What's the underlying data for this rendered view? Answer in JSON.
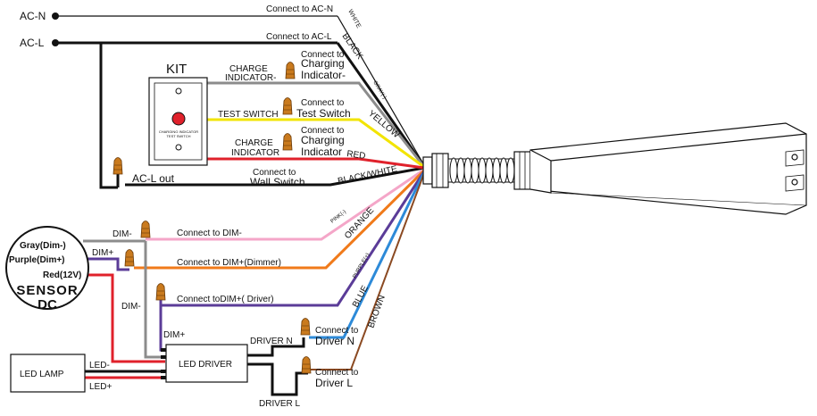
{
  "terminals": {
    "ac_n": "AC-N",
    "ac_l": "AC-L",
    "ac_l_out": "AC-L out"
  },
  "kit": {
    "title": "KIT",
    "panel_label_1": "CHARGING INDICATOR",
    "panel_label_2": "TEST SWITCH"
  },
  "wires": {
    "white": "WHITE",
    "black": "BLACK",
    "gray": "GRAY(-)",
    "yellow": "YELLOW",
    "red": "RED",
    "black_white": "BLACK/WHITE",
    "pink": "PINK(-)",
    "orange": "ORANGE",
    "purple": "PURPLE(+)",
    "blue": "BLUE",
    "brown": "BROWN"
  },
  "connect_labels": {
    "ac_n": "Connect to AC-N",
    "ac_l": "Connect to  AC-L",
    "charging_minus_1": "Connect to",
    "charging_minus_2": "Charging",
    "charging_minus_3": "Indicator-",
    "test_switch_1": "Connect to",
    "test_switch_2": "Test Switch",
    "charging_1": "Connect to",
    "charging_2": "Charging",
    "charging_3": "Indicator",
    "wall_switch_1": "Connect to",
    "wall_switch_2": "Wall Switch",
    "dim_minus": "Connect to DIM-",
    "dim_plus_dimmer": "Connect to DIM+(Dimmer)",
    "dim_plus_driver": "Connect toDIM+( Driver)",
    "driver_n_1": "Connect to",
    "driver_n_2": "Driver N",
    "driver_l_1": "Connect to",
    "driver_l_2": "Driver L"
  },
  "kit_wire_labels": {
    "charge_minus_1": "CHARGE",
    "charge_minus_2": "INDICATOR-",
    "test_switch": "TEST SWITCH",
    "charge_1": "CHARGE",
    "charge_2": "INDICATOR"
  },
  "sensor": {
    "gray": "Gray(Dim-)",
    "purple": "Purple(Dim+)",
    "red": "Red(12V)",
    "title": "SENSOR",
    "sub": "DC"
  },
  "driver_section": {
    "dim_minus_top": "DIM-",
    "dim_plus_top": "DIM+",
    "dim_minus_side": "DIM-",
    "dim_plus_bottom": "DIM+",
    "led_driver": "LED  DRIVER",
    "driver_n": "DRIVER N",
    "driver_l": "DRIVER L",
    "led_lamp": "LED  LAMP",
    "led_minus": "LED-",
    "led_plus": "LED+"
  },
  "colors": {
    "black": "#111111",
    "gray": "#8c8c8c",
    "yellow": "#f2e400",
    "red": "#e0212b",
    "pink": "#f4a6c8",
    "orange": "#f07a1a",
    "purple": "#5b3c98",
    "blue": "#2d8ad8",
    "brown": "#8b4a22",
    "nut": "#c97a1e"
  }
}
